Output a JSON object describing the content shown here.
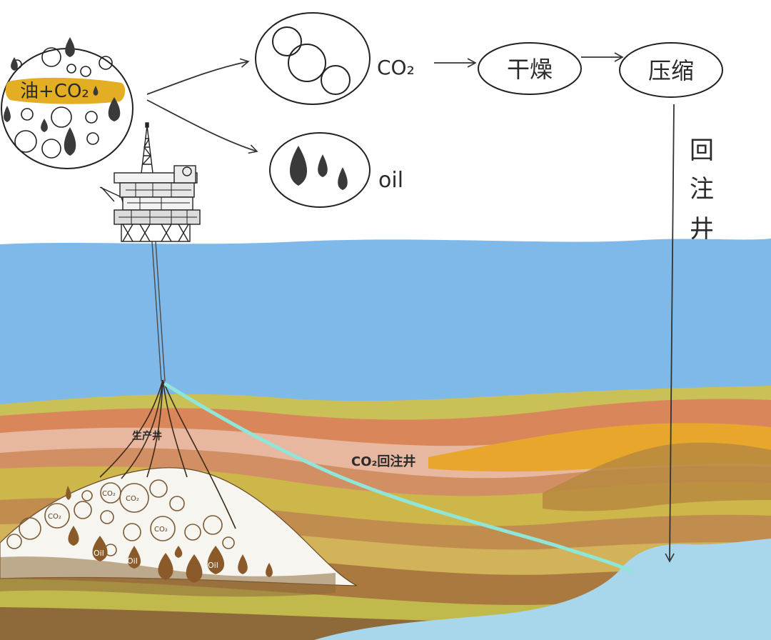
{
  "labels": {
    "mixture": "油+CO₂",
    "co2": "CO₂",
    "oil": "oil",
    "dry": "干燥",
    "compress": "压缩",
    "reinject_v1": "回",
    "reinject_v2": "注",
    "reinject_v3": "井",
    "production_well": "生产井",
    "co2_reinjection_well": "CO₂回注井",
    "res_co2": "CO₂",
    "res_oil": "Oil"
  },
  "colors": {
    "sea": "#7fb9ea",
    "sea_dark": "#6aa8df",
    "injection_pipe": "#8fe6d8",
    "highlight": "#e3ae23",
    "oil_drop": "#3a3a3a",
    "reservoir_drop": "#8a5a2b",
    "aquifer": "#a8d6ea"
  },
  "icons": {
    "platform": "offshore-oil-platform-icon",
    "drop": "oil-drop-icon",
    "bubble": "gas-bubble-icon"
  }
}
